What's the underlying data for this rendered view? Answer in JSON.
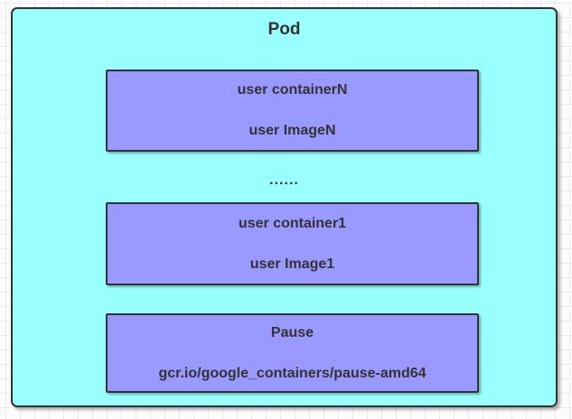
{
  "diagram": {
    "title": "Pod",
    "ellipsis": "......",
    "containers": [
      {
        "name": "user containerN",
        "image": "user ImageN"
      },
      {
        "name": "user container1",
        "image": "user Image1"
      },
      {
        "name": "Pause",
        "image": "gcr.io/google_containers/pause-amd64"
      }
    ],
    "colors": {
      "pod_fill": "#99ffff",
      "container_fill": "#9999ff",
      "border": "#333333",
      "text": "#333333",
      "grid_line": "#ebebeb",
      "canvas_bg": "#fcfcfc"
    }
  }
}
